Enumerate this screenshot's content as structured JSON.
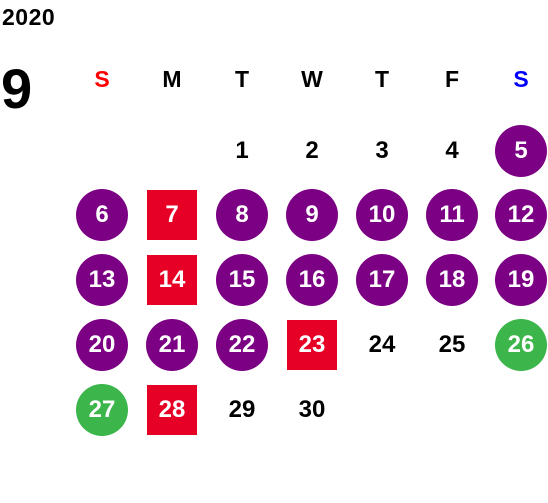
{
  "year": "2020",
  "month": "9",
  "weekdays": [
    {
      "label": "S",
      "color": "#ff0000"
    },
    {
      "label": "M",
      "color": "#000000"
    },
    {
      "label": "T",
      "color": "#000000"
    },
    {
      "label": "W",
      "color": "#000000"
    },
    {
      "label": "T",
      "color": "#000000"
    },
    {
      "label": "F",
      "color": "#000000"
    },
    {
      "label": "S",
      "color": "#0000ff"
    }
  ],
  "colors": {
    "purple_circle": "#7b0083",
    "red_square": "#e60025",
    "green_circle": "#3cb54a"
  },
  "legend_styles": [
    "purple_circle",
    "red_square",
    "green_circle",
    "plain"
  ],
  "days": [
    {
      "day": "1",
      "style": "plain"
    },
    {
      "day": "2",
      "style": "plain"
    },
    {
      "day": "3",
      "style": "plain"
    },
    {
      "day": "4",
      "style": "plain"
    },
    {
      "day": "5",
      "style": "purple_circle"
    },
    {
      "day": "6",
      "style": "purple_circle"
    },
    {
      "day": "7",
      "style": "red_square"
    },
    {
      "day": "8",
      "style": "purple_circle"
    },
    {
      "day": "9",
      "style": "purple_circle"
    },
    {
      "day": "10",
      "style": "purple_circle"
    },
    {
      "day": "11",
      "style": "purple_circle"
    },
    {
      "day": "12",
      "style": "purple_circle"
    },
    {
      "day": "13",
      "style": "purple_circle"
    },
    {
      "day": "14",
      "style": "red_square"
    },
    {
      "day": "15",
      "style": "purple_circle"
    },
    {
      "day": "16",
      "style": "purple_circle"
    },
    {
      "day": "17",
      "style": "purple_circle"
    },
    {
      "day": "18",
      "style": "purple_circle"
    },
    {
      "day": "19",
      "style": "purple_circle"
    },
    {
      "day": "20",
      "style": "purple_circle"
    },
    {
      "day": "21",
      "style": "purple_circle"
    },
    {
      "day": "22",
      "style": "purple_circle"
    },
    {
      "day": "23",
      "style": "red_square"
    },
    {
      "day": "24",
      "style": "plain"
    },
    {
      "day": "25",
      "style": "plain"
    },
    {
      "day": "26",
      "style": "green_circle"
    },
    {
      "day": "27",
      "style": "green_circle"
    },
    {
      "day": "28",
      "style": "red_square"
    },
    {
      "day": "29",
      "style": "plain"
    },
    {
      "day": "30",
      "style": "plain"
    }
  ]
}
